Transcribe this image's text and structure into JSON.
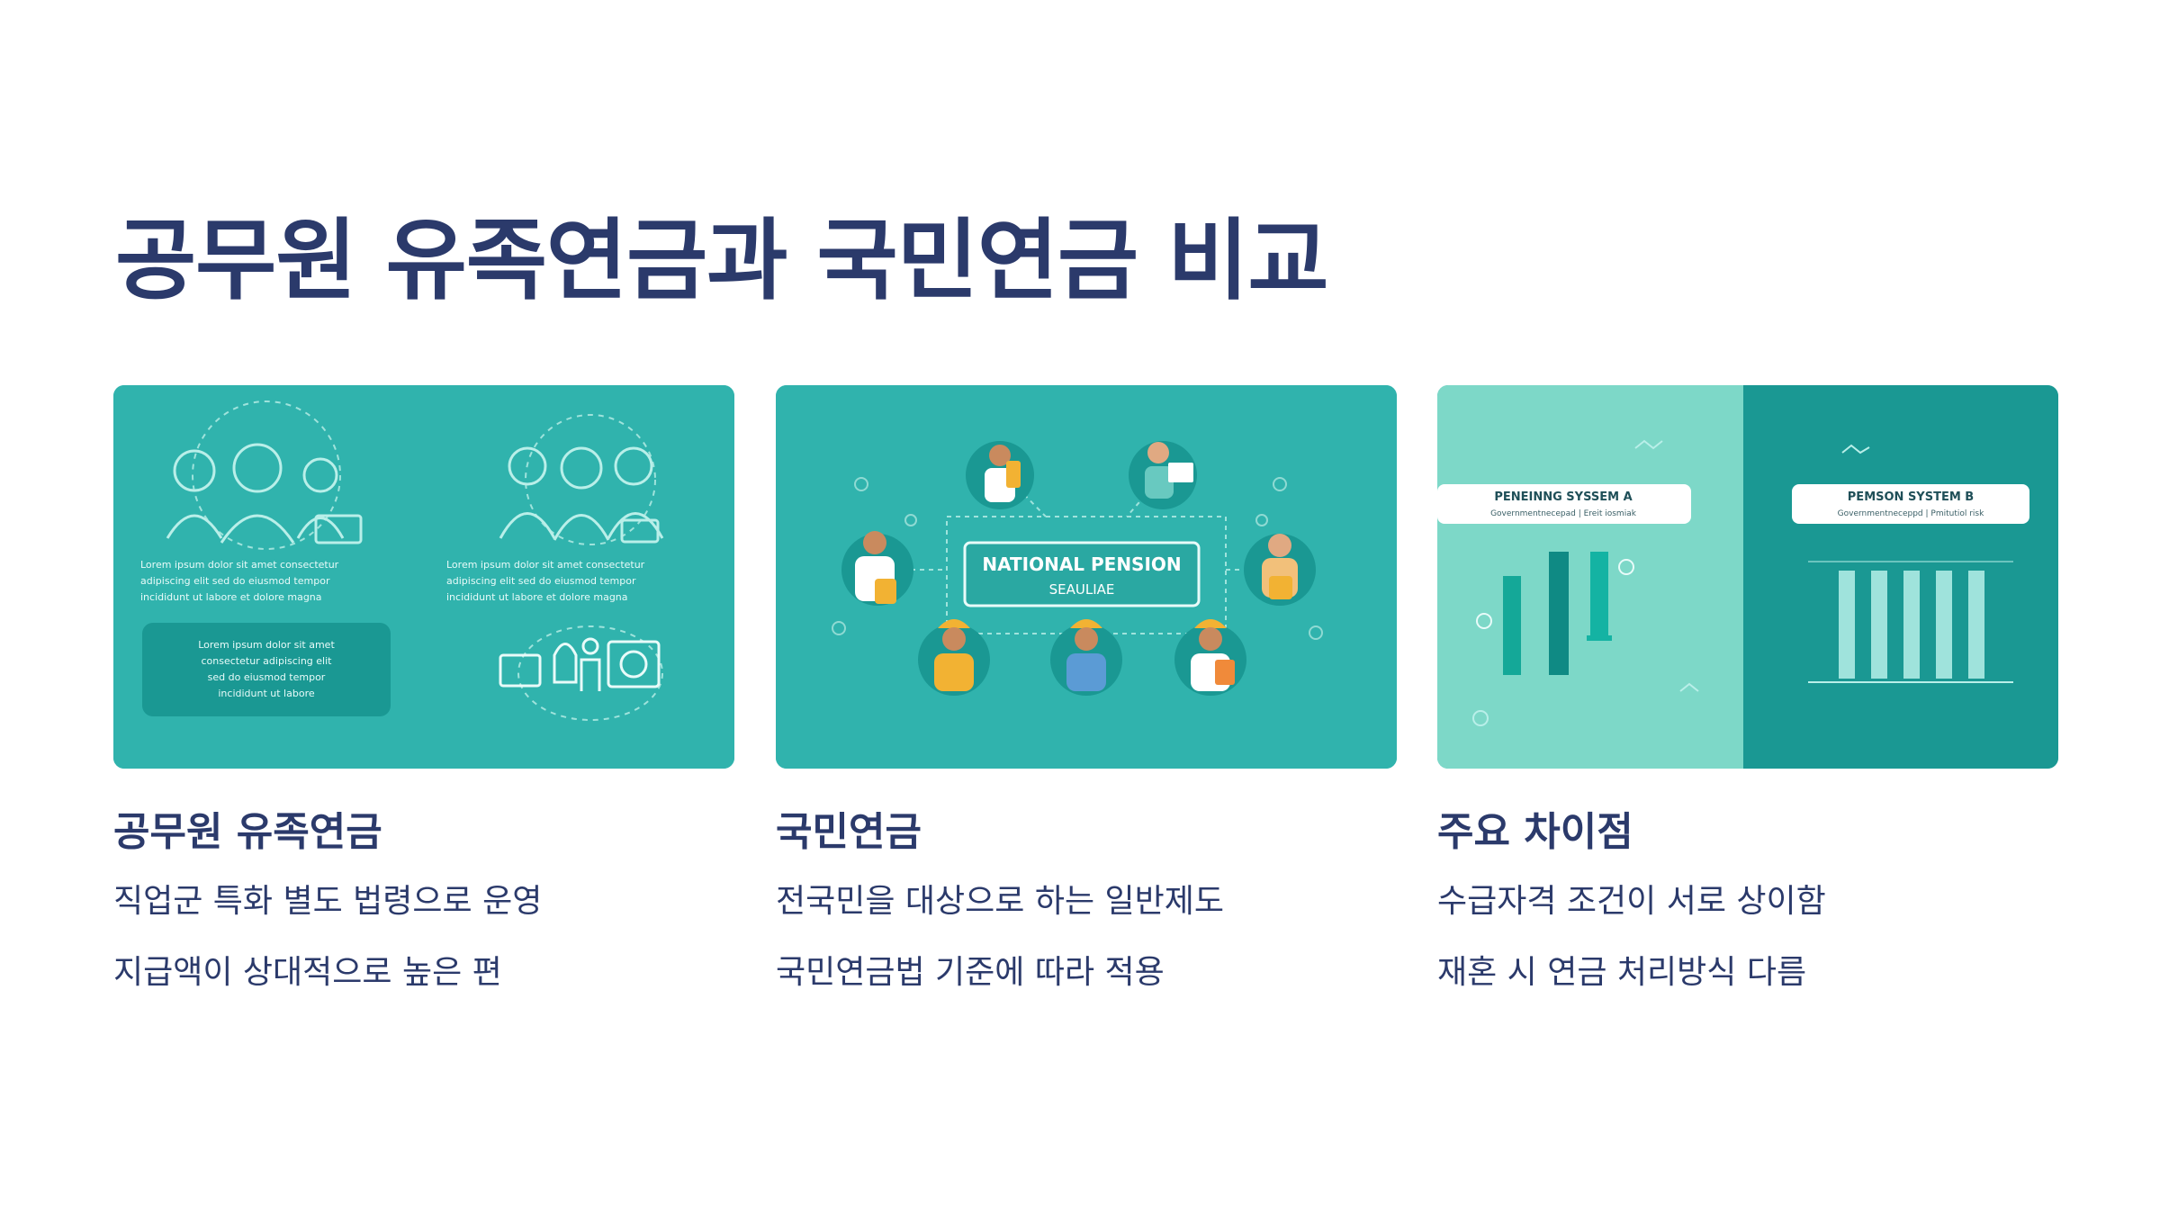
{
  "page": {
    "title": "공무원 유족연금과 국민연금 비교"
  },
  "cards": [
    {
      "heading": "공무원 유족연금",
      "bullets": [
        "직업군 특화 별도 법령으로 운영",
        "지급액이 상대적으로 높은 편"
      ],
      "image": {
        "left_text": [
          "Lorem ipsum dolor sit amet consectetur",
          "adipiscing elit sed do eiusmod tempor",
          "incididunt ut labore et dolore magna"
        ],
        "right_text": [
          "Lorem ipsum dolor sit amet consectetur",
          "adipiscing elit sed do eiusmod tempor",
          "incididunt ut labore et dolore magna"
        ],
        "box_text": [
          "Lorem ipsum dolor sit amet",
          "consectetur adipiscing elit",
          "sed do eiusmod tempor",
          "incididunt ut labore"
        ]
      }
    },
    {
      "heading": "국민연금",
      "bullets": [
        "전국민을 대상으로 하는 일반제도",
        "국민연금법 기준에 따라 적용"
      ],
      "image": {
        "box_line1": "NATIONAL PENSION",
        "box_line2": "SEAULIAE"
      }
    },
    {
      "heading": "주요 차이점",
      "bullets": [
        "수급자격 조건이 서로 상이함",
        "재혼 시 연금 처리방식 다름"
      ],
      "image": {
        "label_a": "PENEINNG SYSSEM A",
        "label_a_sub": "Governmentnecepad  |  Ereit iosmiak",
        "label_b": "PEMSON SYSTEM B",
        "label_b_sub": "Governmentneceppd  |  Pmitutiol risk"
      }
    }
  ],
  "colors": {
    "title": "#2b3a6b",
    "teal": "#30b3ad",
    "teal_dark": "#1a9893",
    "mint": "#7dd8c8"
  }
}
